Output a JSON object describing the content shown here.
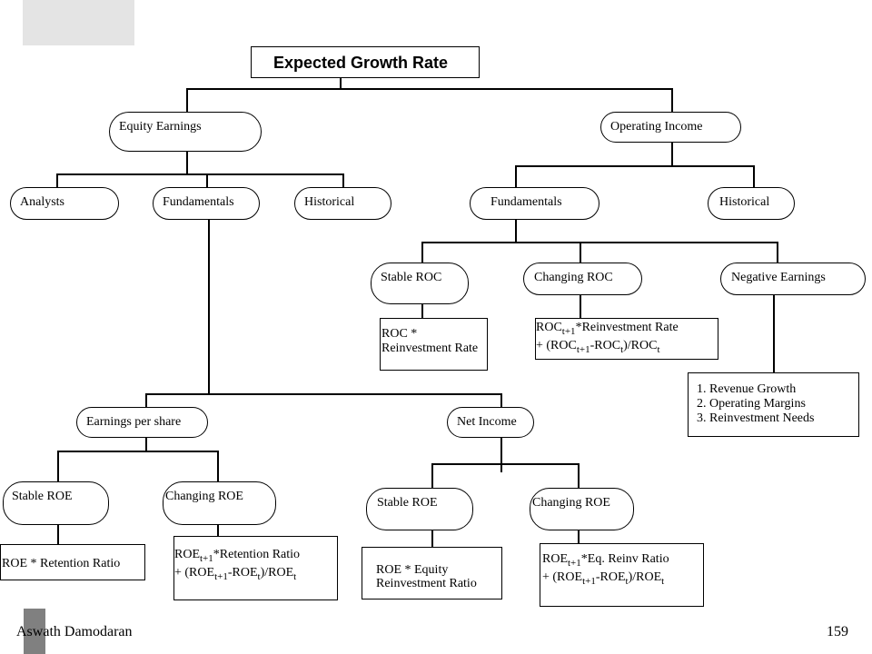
{
  "title": "Expected Growth Rate",
  "equity_earnings": {
    "label": "Equity Earnings",
    "analysts": "Analysts",
    "fundamentals": "Fundamentals",
    "historical": "Historical",
    "eps": {
      "label": "Earnings per share",
      "stable": "Stable ROE",
      "changing": "Changing ROE",
      "stable_formula": "ROE * Retention Ratio",
      "changing_formula": {
        "a": "ROE",
        "s1": "t+1",
        "b": "*Retention Ratio",
        "c": "+ (ROE",
        "s2": "t+1",
        "d": "-ROE",
        "s3": "t",
        "e": ")/ROE",
        "s4": "t"
      }
    },
    "net_income": {
      "label": "Net Income",
      "stable": "Stable ROE",
      "changing": "Changing ROE",
      "stable_formula_line1": "ROE * Equity",
      "stable_formula_line2": "Reinvestment Ratio",
      "changing_formula": {
        "a": "ROE",
        "s1": "t+1",
        "b": "*Eq. Reinv Ratio",
        "c": "+ (ROE",
        "s2": "t+1",
        "d": "-ROE",
        "s3": "t",
        "e": ")/ROE",
        "s4": "t"
      }
    }
  },
  "operating_income": {
    "label": "Operating Income",
    "fundamentals": "Fundamentals",
    "historical": "Historical",
    "stable": "Stable ROC",
    "changing": "Changing ROC",
    "negative": "Negative Earnings",
    "stable_formula_line1": "ROC *",
    "stable_formula_line2": "Reinvestment Rate",
    "changing_formula": {
      "a": "ROC",
      "s1": "t+1",
      "b": "*Reinvestment Rate",
      "c": "+ (ROC",
      "s2": "t+1",
      "d": "-ROC",
      "s3": "t",
      "e": ")/ROC",
      "s4": "t"
    },
    "negative_items": [
      "1. Revenue Growth",
      "2. Operating Margins",
      "3. Reinvestment Needs"
    ]
  },
  "footer": {
    "author": "Aswath Damodaran",
    "page": "159"
  }
}
